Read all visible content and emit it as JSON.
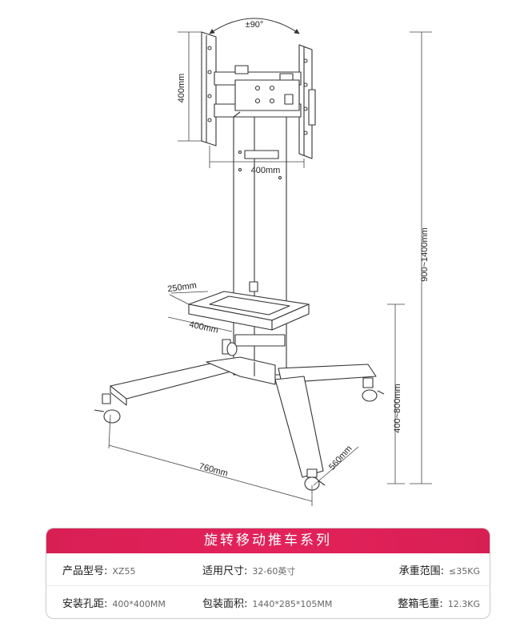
{
  "diagram": {
    "rotation_label": "±90°",
    "vesa_height_label": "400mm",
    "vesa_width_label": "400mm",
    "height_range_label": "900~1400mm",
    "shelf_depth_label": "250mm",
    "shelf_width_label": "400mm",
    "shelf_height_label": "400~800mm",
    "base_width_label": "760mm",
    "base_depth_label": "560mm"
  },
  "specs": {
    "title": "旋转移动推车系列",
    "rows": [
      [
        {
          "label": "产品型号:",
          "value": "XZ55"
        },
        {
          "label": "适用尺寸:",
          "value": "32-60英寸"
        },
        {
          "label": "承重范围:",
          "value": "≤35KG"
        }
      ],
      [
        {
          "label": "安装孔距:",
          "value": "400*400MM"
        },
        {
          "label": "包装面积:",
          "value": "1440*285*105MM"
        },
        {
          "label": "整箱毛重:",
          "value": "12.3KG"
        }
      ]
    ]
  },
  "colors": {
    "title_bar": "#e0245a",
    "line": "#333333"
  }
}
